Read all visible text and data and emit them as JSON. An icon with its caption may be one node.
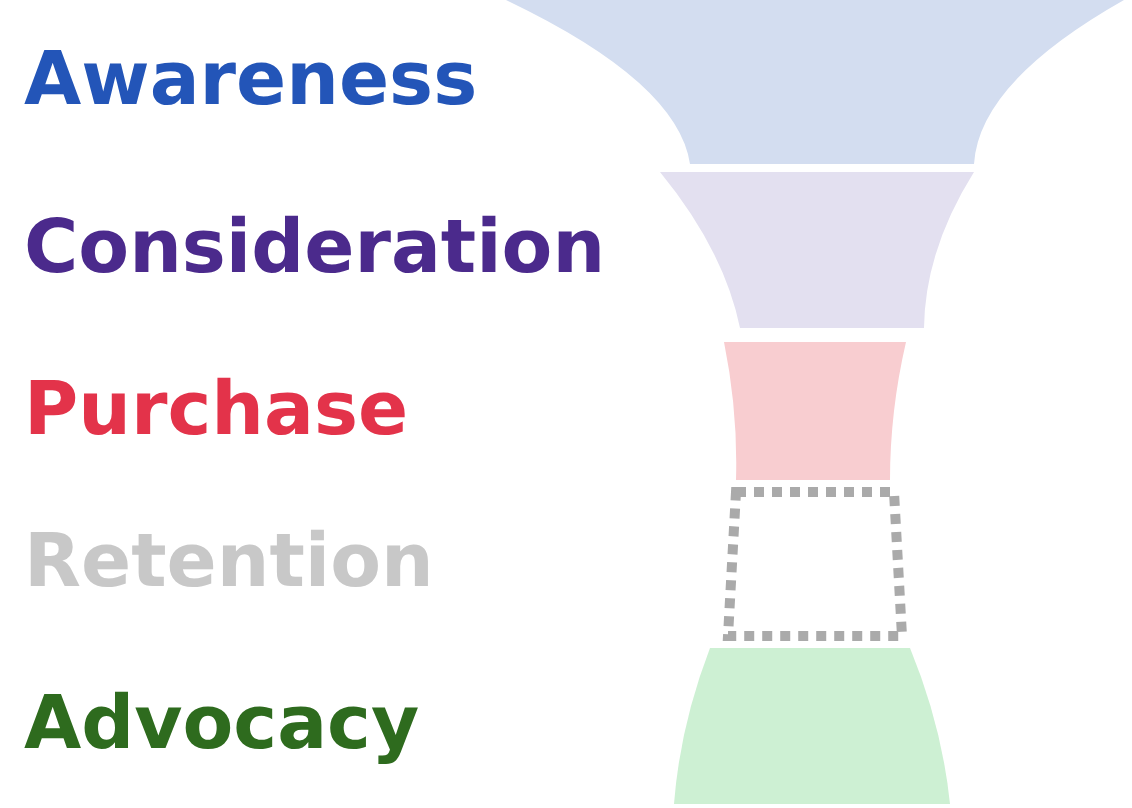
{
  "diagram": {
    "nodes": [
      {
        "text": [],
        "shape": "band"
      },
      {
        "text": [],
        "shape": "band"
      },
      {
        "text": [],
        "shape": "band"
      },
      {
        "text": [],
        "shape": "band"
      },
      {
        "text": [],
        "shape": "band"
      }
    ],
    "labels": [
      "Awareness",
      "Consideration",
      "Purchase",
      "Retention",
      "Advocacy"
    ]
  }
}
